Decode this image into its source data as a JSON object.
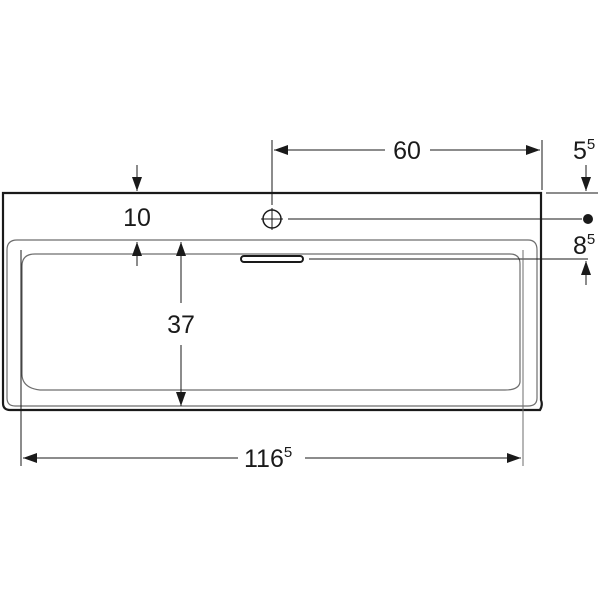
{
  "drawing": {
    "type": "technical-dimension-drawing",
    "subject": "washbasin top view",
    "units": "cm",
    "colors": {
      "outline": "#1a1a1a",
      "inner_line": "#6e6e6e",
      "dimension_line": "#1a1a1a",
      "background": "#ffffff"
    }
  },
  "dimensions": {
    "overall_width": {
      "main": "116",
      "sup": "5",
      "label": "116⁵"
    },
    "tap_hole_offset": {
      "main": "60",
      "label": "60"
    },
    "front_rim_depth": {
      "main": "10",
      "label": "10"
    },
    "basin_depth": {
      "main": "37",
      "label": "37"
    },
    "top_offset": {
      "main": "5",
      "sup": "5",
      "label": "5⁵"
    },
    "overflow_offset": {
      "main": "8",
      "sup": "5",
      "label": "8⁵"
    }
  },
  "features": {
    "tap_hole": "tap-hole-symbol",
    "overflow_slot": "overflow-slot",
    "reference_point": "dot-marker"
  }
}
